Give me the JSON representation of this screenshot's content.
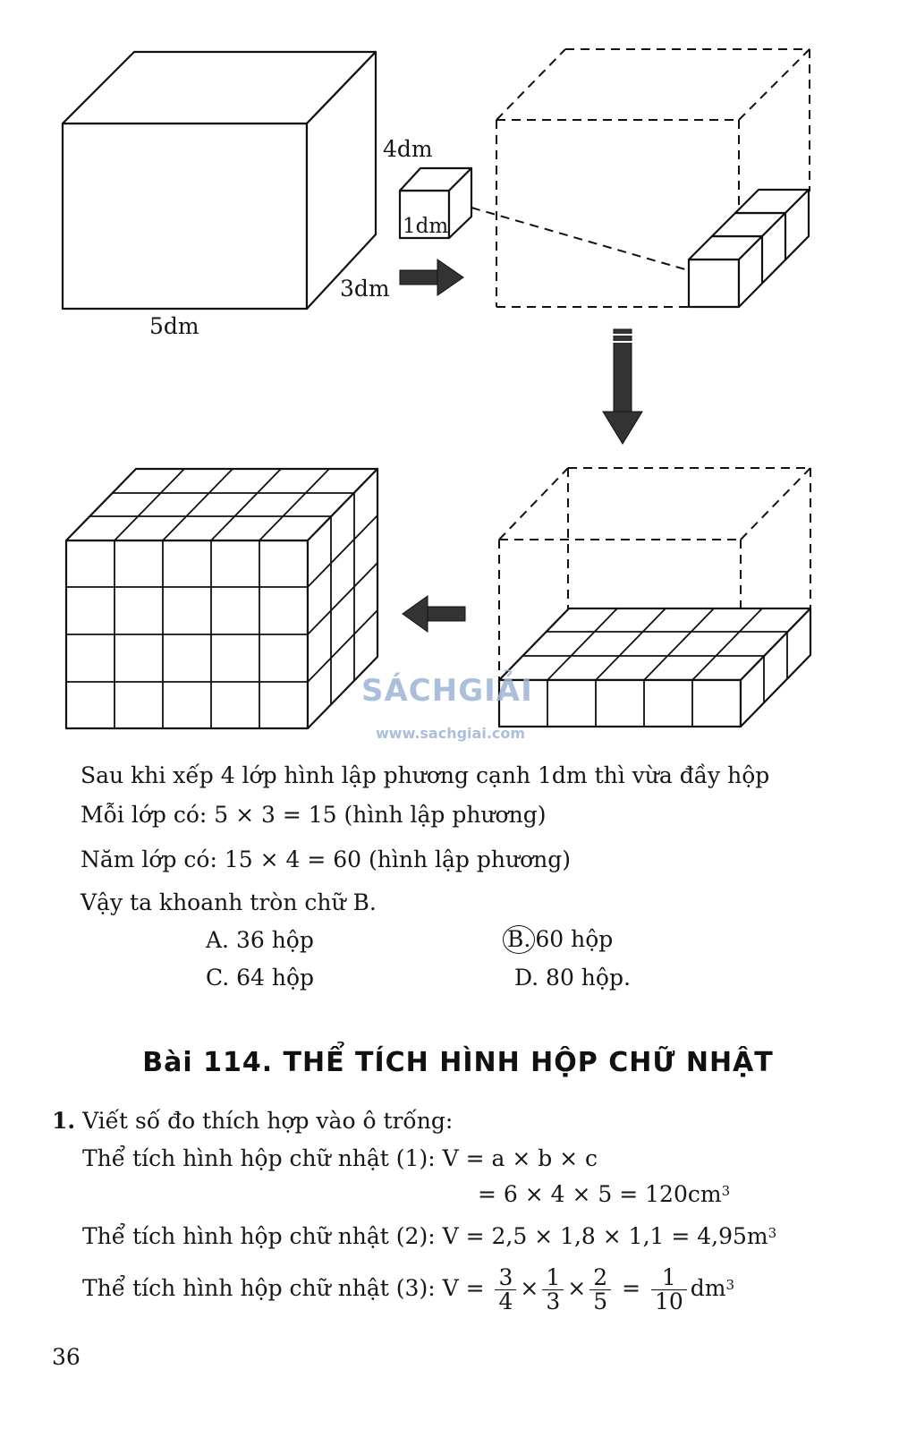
{
  "figure": {
    "labels": {
      "height": "4dm",
      "cube_edge": "1dm",
      "depth": "3dm",
      "length": "5dm"
    }
  },
  "watermark": {
    "brand": "SÁCHGIẢI",
    "url": "www.sachgiai.com"
  },
  "solution": {
    "line1": "Sau khi xếp 4 lớp hình lập phương cạnh 1dm thì vừa đầy hộp",
    "line2": "Mỗi lớp có: 5 × 3 = 15 (hình lập phương)",
    "line3": "Năm lớp có: 15 × 4 = 60 (hình lập phương)",
    "line4": "Vậy ta khoanh tròn chữ B.",
    "options": {
      "a": "A. 36 hộp",
      "b_letter": "B.",
      "b_text": "60 hộp",
      "c": "C. 64 hộp",
      "d": "D. 80 hộp."
    }
  },
  "lesson": {
    "title": "Bài 114. THỂ TÍCH HÌNH HỘP CHỮ NHẬT"
  },
  "exercise1": {
    "number": "1.",
    "instruction": "Viết số đo thích hợp vào ô trống:",
    "v1_label": "Thể tích hình hộp chữ nhật (1): V = a × b × c",
    "v1_calc": "= 6 × 4 × 5 = 120cm",
    "v2_label": "Thể tích hình hộp chữ nhật (2): V = 2,5 × 1,8 × 1,1 = 4,95m",
    "v3_label": "Thể tích hình hộp chữ nhật (3): V =",
    "v3_fractions": [
      {
        "num": "3",
        "den": "4"
      },
      {
        "num": "1",
        "den": "3"
      },
      {
        "num": "2",
        "den": "5"
      }
    ],
    "v3_result": {
      "num": "1",
      "den": "10"
    },
    "v3_unit": "dm",
    "superscript": "3",
    "times": "×",
    "equals": "="
  },
  "page_number": "36"
}
